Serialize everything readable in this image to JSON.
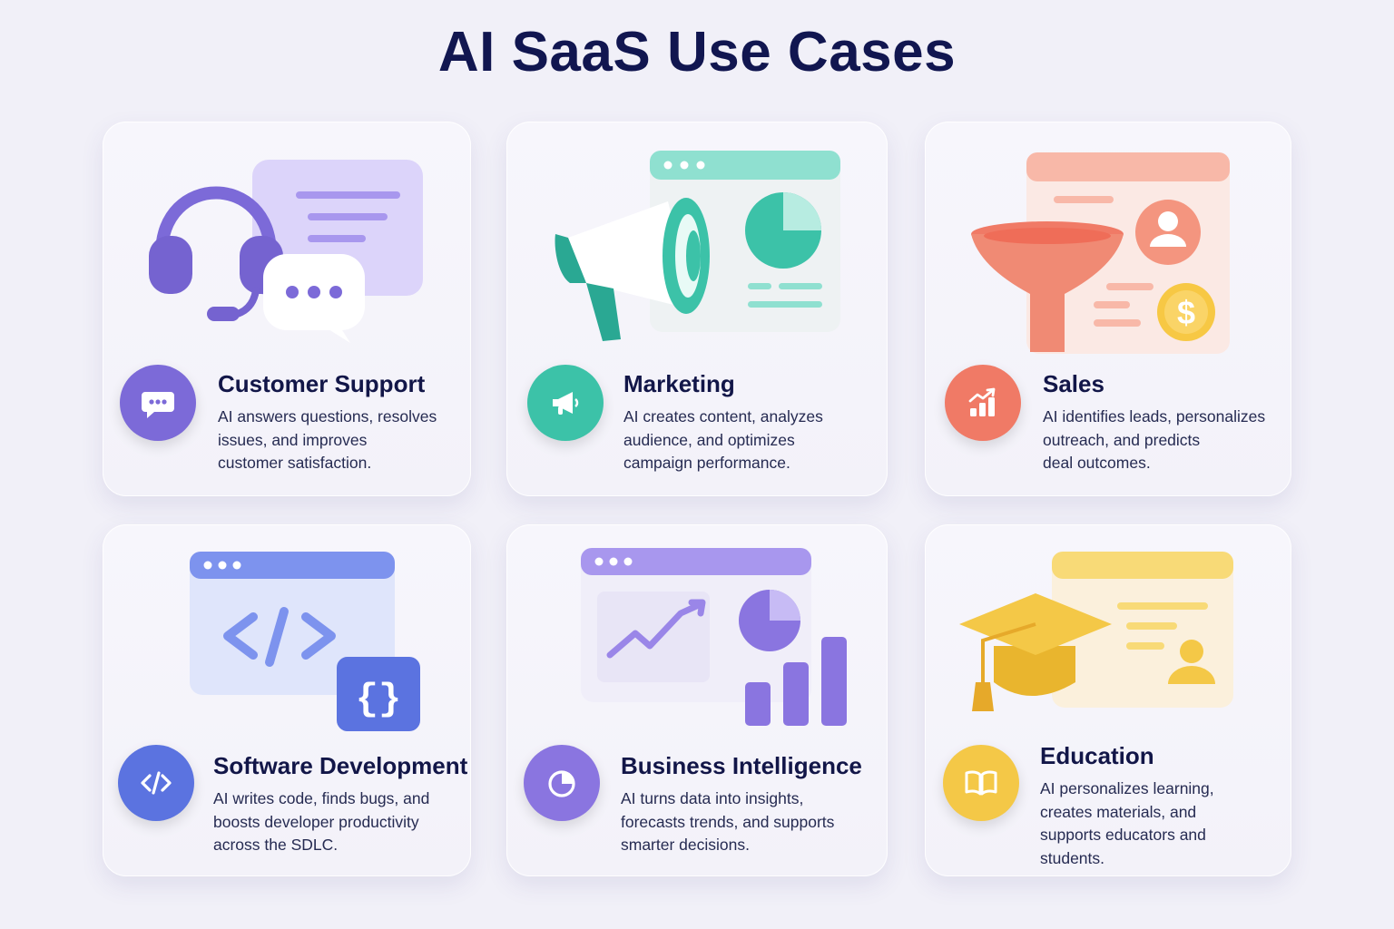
{
  "page_title": "AI SaaS Use Cases",
  "colors": {
    "purple": "#7c6ad8",
    "teal": "#3cc2a8",
    "coral": "#f07a66",
    "blue": "#5b73e0",
    "violet": "#8a75e0",
    "yellow": "#f4c847"
  },
  "cards": [
    {
      "title": "Customer Support",
      "icon": "chat-bubble-icon",
      "desc": [
        "AI answers questions, resolves",
        "issues, and improves",
        "customer satisfaction."
      ]
    },
    {
      "title": "Marketing",
      "icon": "megaphone-icon",
      "desc": [
        "AI creates content, analyzes",
        "audience, and optimizes",
        "campaign performance."
      ]
    },
    {
      "title": "Sales",
      "icon": "growth-chart-icon",
      "desc": [
        "AI identifies leads, personalizes",
        "outreach, and predicts",
        "deal outcomes."
      ]
    },
    {
      "title": "Software Development",
      "icon": "code-icon",
      "desc": [
        "AI writes code, finds bugs, and",
        "boosts developer productivity",
        "across the SDLC."
      ]
    },
    {
      "title": "Business Intelligence",
      "icon": "pie-chart-icon",
      "desc": [
        "AI turns data into insights,",
        "forecasts trends, and supports",
        "smarter decisions."
      ]
    },
    {
      "title": "Education",
      "icon": "book-icon",
      "desc": [
        "AI personalizes learning,",
        "creates materials, and",
        "supports educators and",
        "students."
      ]
    }
  ]
}
